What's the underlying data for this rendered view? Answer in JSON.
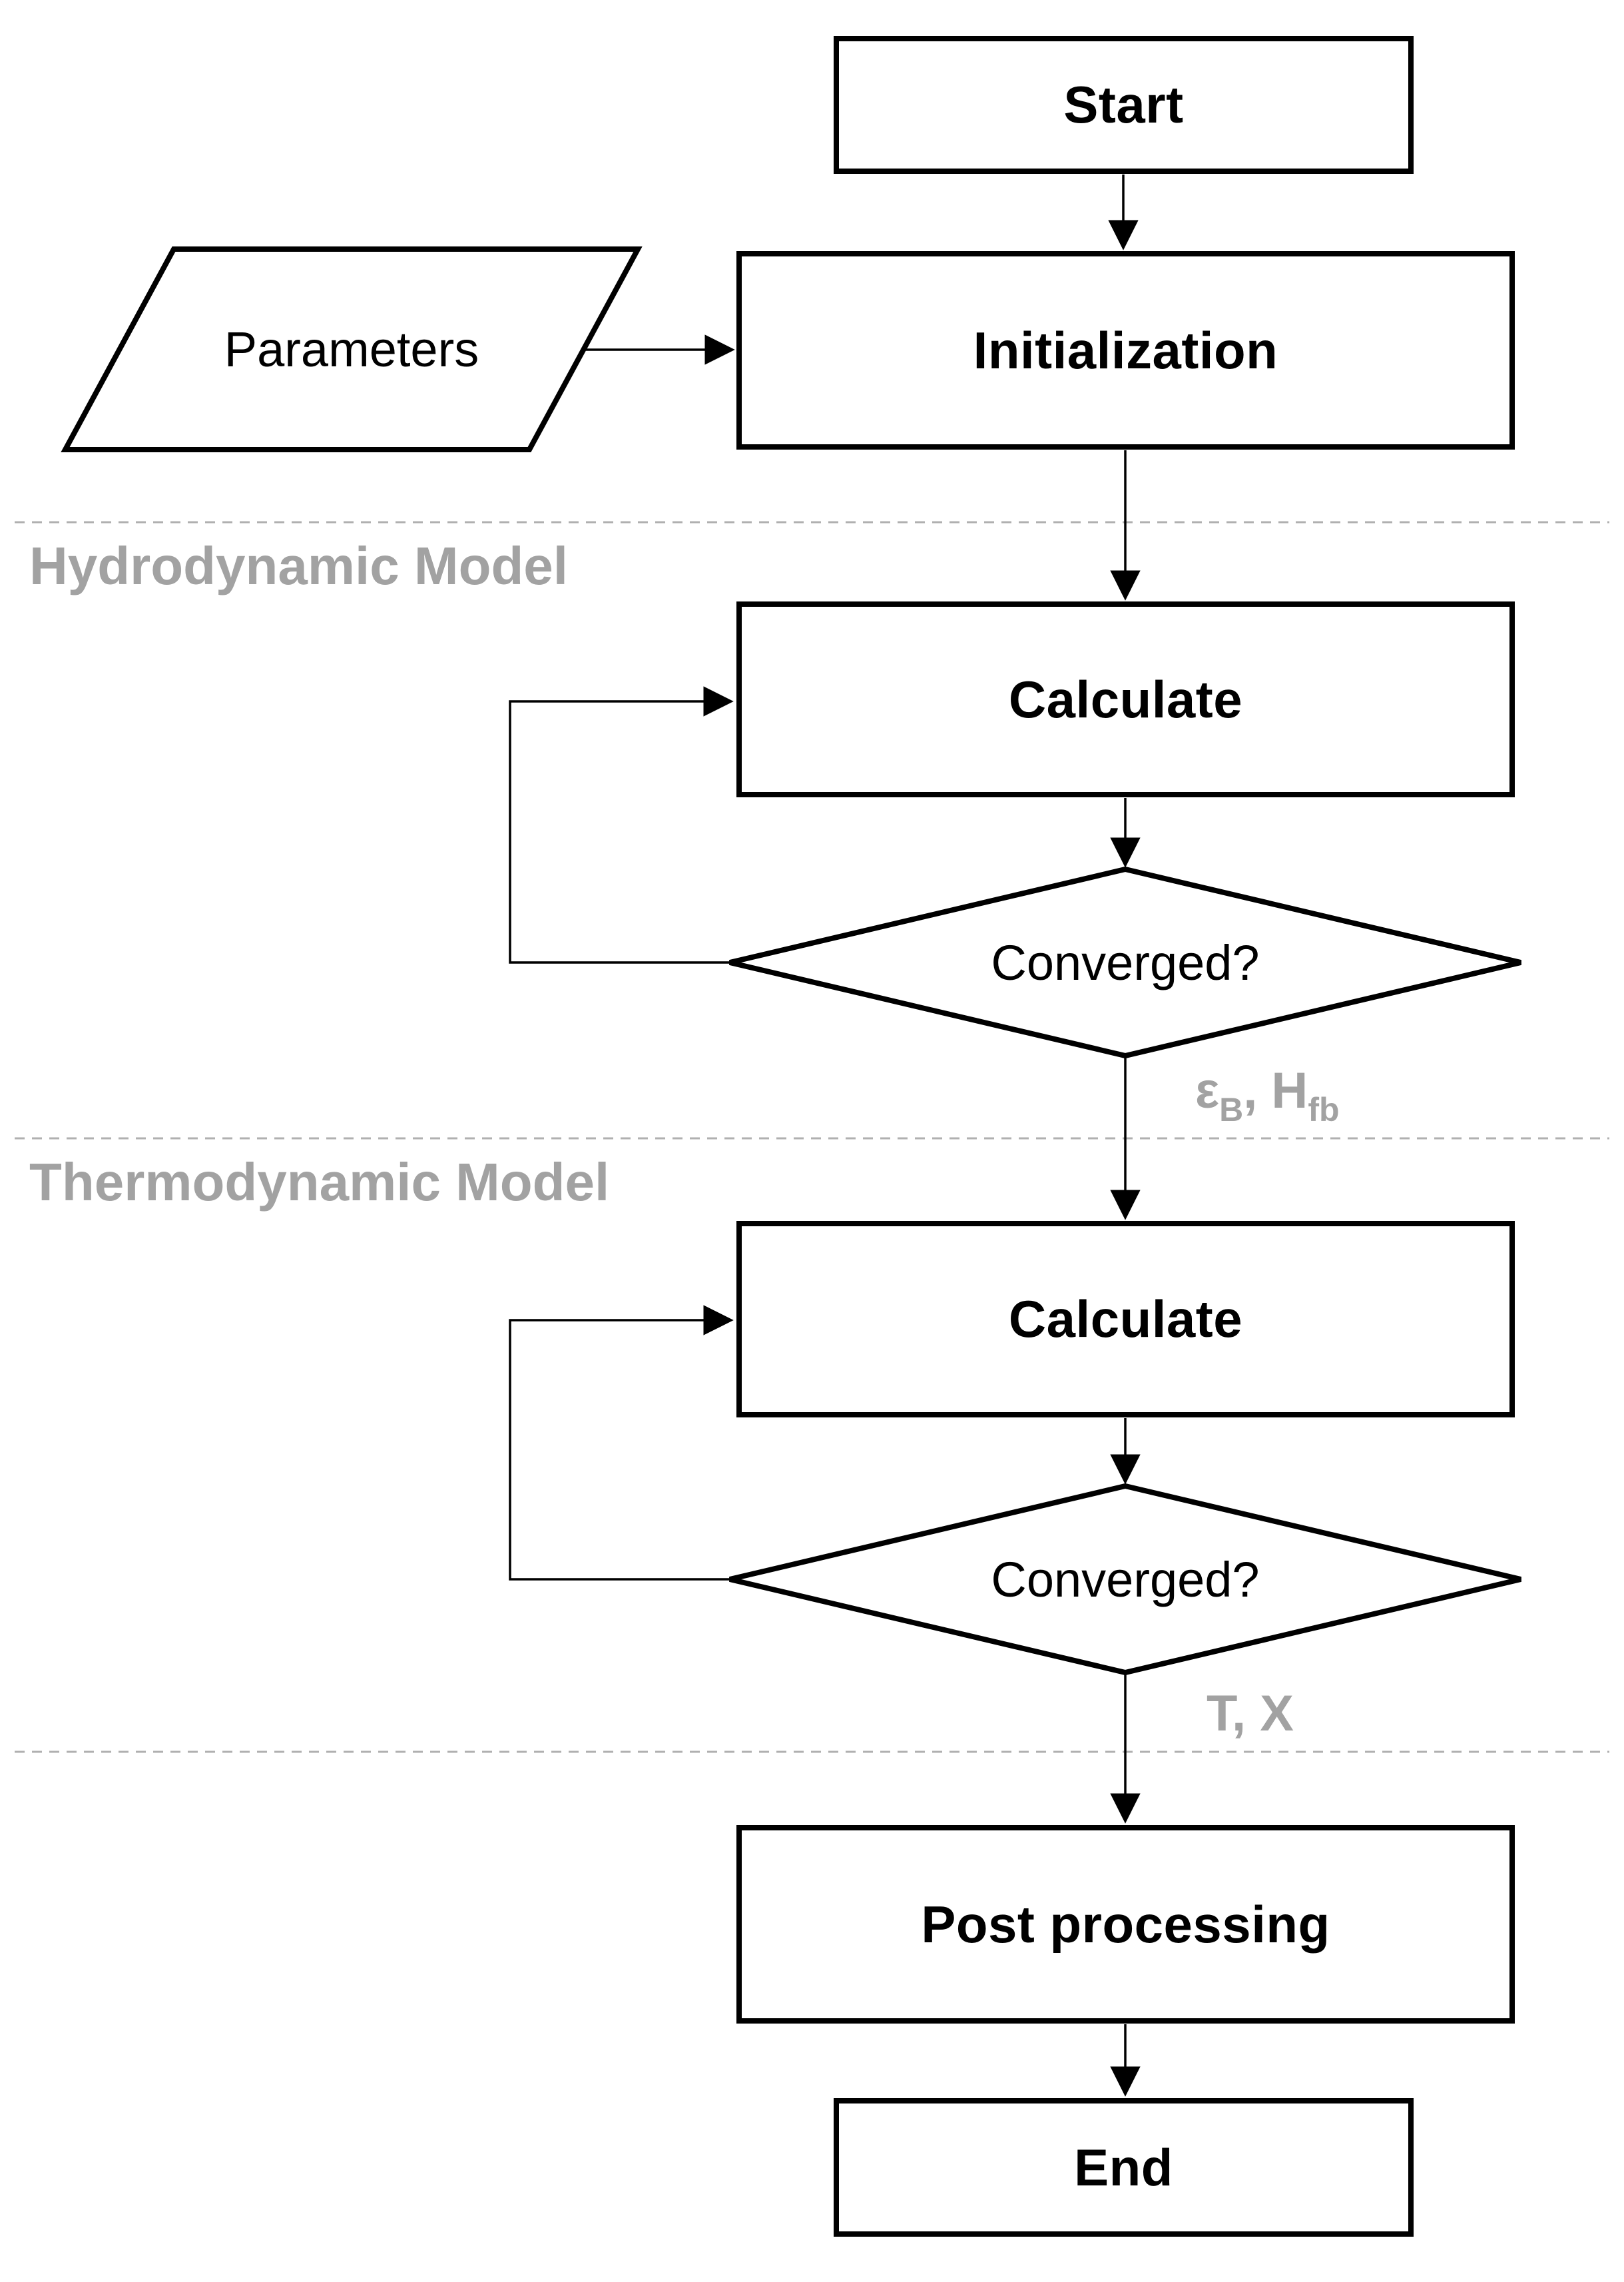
{
  "flowchart": {
    "nodes": {
      "start": "Start",
      "parameters": "Parameters",
      "initialization": "Initialization",
      "calculate_hydro": "Calculate",
      "converged_hydro": "Converged?",
      "calculate_thermo": "Calculate",
      "converged_thermo": "Converged?",
      "post_processing": "Post processing",
      "end": "End"
    },
    "sections": {
      "hydrodynamic": "Hydrodynamic Model",
      "thermodynamic": "Thermodynamic Model"
    },
    "outputs": {
      "hydro": {
        "symbol1": "ε",
        "sub1": "B",
        "separator": ", ",
        "symbol2": "H",
        "sub2": "fb"
      },
      "thermo": "T, X"
    },
    "colors": {
      "shape_stroke": "#000000",
      "section_label_gray": "#a2a2a2",
      "divider_gray": "#b0b0b0",
      "background": "#ffffff"
    }
  }
}
